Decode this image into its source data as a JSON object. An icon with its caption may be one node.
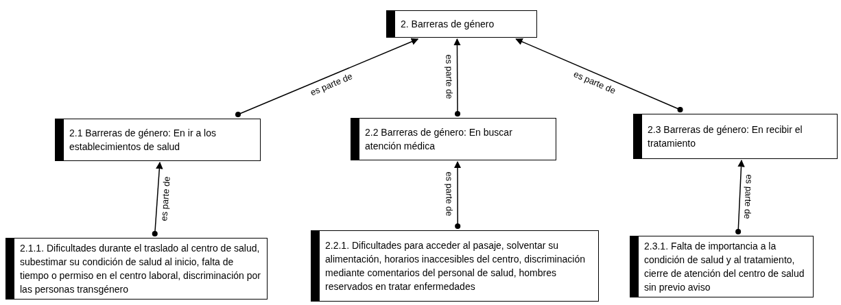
{
  "diagram": {
    "nodes": [
      {
        "text": [
          "2. Barreras de género"
        ]
      },
      {
        "text": [
          "2.1 Barreras de género: En ir a los establecimientos de salud"
        ]
      },
      {
        "text": [
          "2.2 Barreras de género: En buscar atención médica"
        ]
      },
      {
        "text": [
          "2.3 Barreras de género: En recibir el tratamiento"
        ]
      },
      {
        "text": [
          "2.1.1. Dificultades durante el traslado al centro de salud, subestimar su condición de salud al inicio, falta de tiempo o permiso en el centro laboral, discriminación por las personas transgénero"
        ]
      },
      {
        "text": [
          "2.2.1. Dificultades para acceder al pasaje, solventar su alimentación, horarios inaccesibles del centro, discriminación mediante comentarios del personal de salud, hombres reservados en tratar enfermedades"
        ]
      },
      {
        "text": [
          "2.3.1. Falta de importancia a la condición de salud y al tratamiento, cierre de atención del centro de salud sin previo aviso"
        ]
      }
    ],
    "edges": [
      {
        "from": 1,
        "to": 0,
        "arrow": "to",
        "label": "es parte de"
      },
      {
        "from": 2,
        "to": 0,
        "arrow": "to",
        "label": "es parte de"
      },
      {
        "from": 3,
        "to": 0,
        "arrow": "to",
        "label": "es parte de"
      },
      {
        "from": 4,
        "to": 1,
        "arrow": "to",
        "label": "es parte de"
      },
      {
        "from": 5,
        "to": 2,
        "arrow": "to",
        "label": "es parte de"
      },
      {
        "from": 6,
        "to": 3,
        "arrow": "to",
        "label": "es parte de"
      }
    ]
  }
}
